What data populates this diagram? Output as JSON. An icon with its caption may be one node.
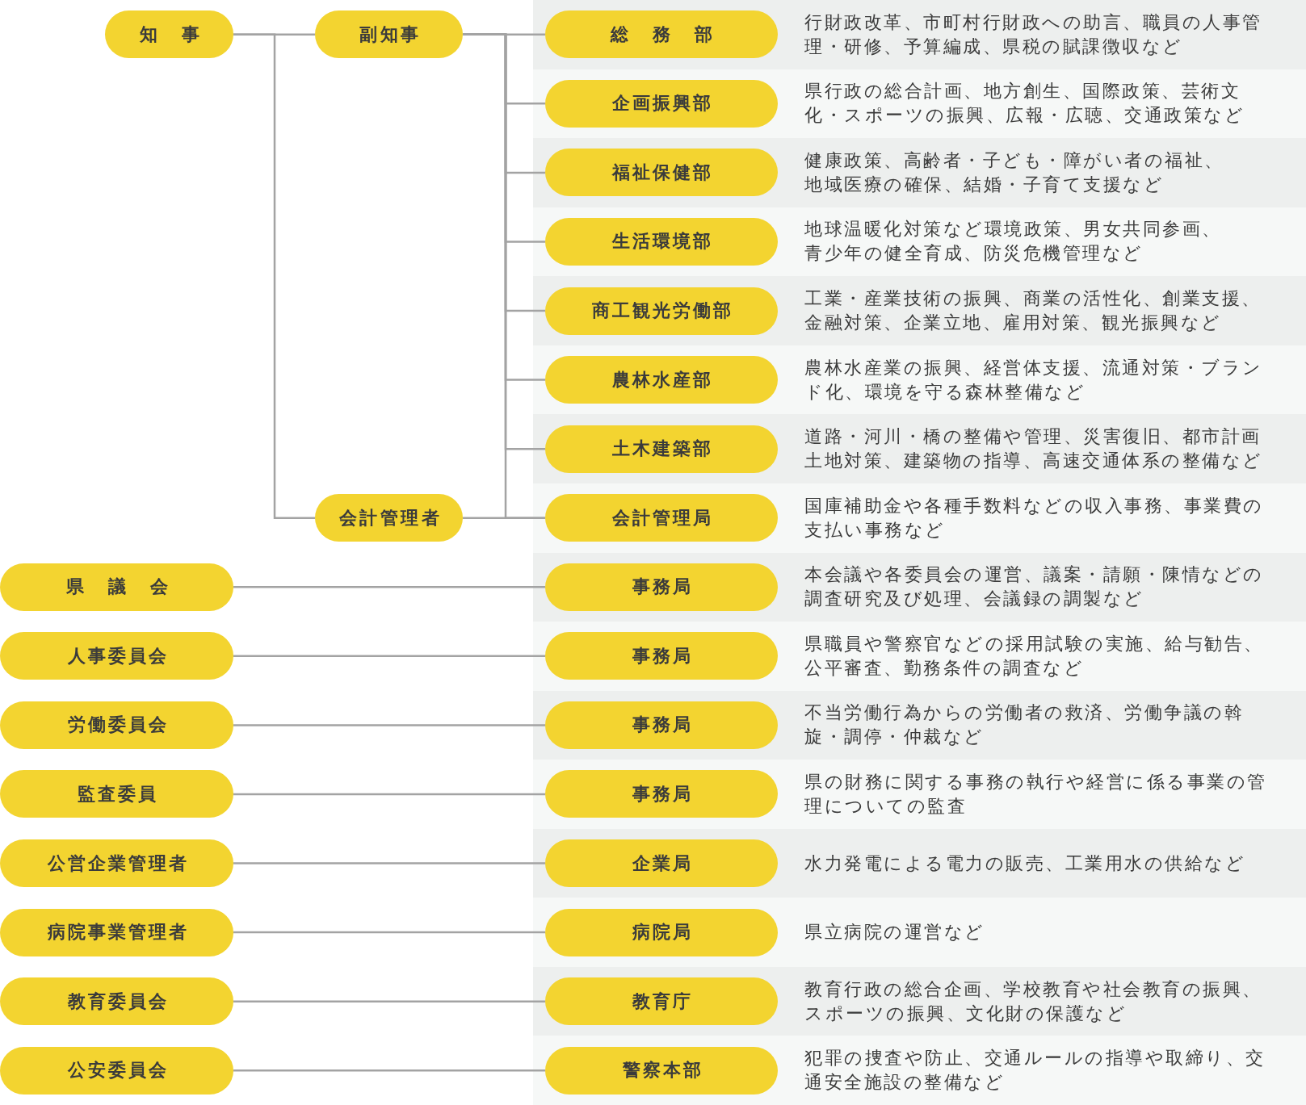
{
  "diagram": {
    "nodes": [
      {
        "text": [
          "知事"
        ]
      },
      {
        "text": [
          "副知事"
        ]
      },
      {
        "text": [
          "総務部"
        ],
        "beside": [
          "行財政改革、市町村行財政への助言、職員の人事管理・研修、予算編成、県税の賦課徴収など"
        ]
      },
      {
        "text": [
          "企画振興部"
        ],
        "beside": [
          "県行政の総合計画、地方創生、国際政策、芸術文化・スポーツの振興、広報・広聴、交通政策など"
        ]
      },
      {
        "text": [
          "福祉保健部"
        ],
        "beside": [
          "健康政策、高齢者・子ども・障がい者の福祉、地域医療の確保、結婚・子育て支援など"
        ]
      },
      {
        "text": [
          "生活環境部"
        ],
        "beside": [
          "地球温暖化対策など環境政策、男女共同参画、青少年の健全育成、防災危機管理など"
        ]
      },
      {
        "text": [
          "商工観光労働部"
        ],
        "beside": [
          "工業・産業技術の振興、商業の活性化、創業支援、金融対策、企業立地、雇用対策、観光振興など"
        ]
      },
      {
        "text": [
          "農林水産部"
        ],
        "beside": [
          "農林水産業の振興、経営体支援、流通対策・ブランド化、環境を守る森林整備など"
        ]
      },
      {
        "text": [
          "土木建築部"
        ],
        "beside": [
          "道路・河川・橋の整備や管理、災害復旧、都市計画土地対策、建築物の指導、高速交通体系の整備など"
        ]
      },
      {
        "text": [
          "会計管理者"
        ]
      },
      {
        "text": [
          "会計管理局"
        ],
        "beside": [
          "国庫補助金や各種手数料などの収入事務、事業費の支払い事務など"
        ]
      },
      {
        "text": [
          "県議会"
        ]
      },
      {
        "text": [
          "事務局"
        ],
        "beside": [
          "本会議や各委員会の運営、議案・請願・陳情などの調査研究及び処理、会議録の調製など"
        ]
      },
      {
        "text": [
          "人事委員会"
        ]
      },
      {
        "text": [
          "事務局"
        ],
        "beside": [
          "県職員や警察官などの採用試験の実施、給与勧告、公平審査、勤務条件の調査など"
        ]
      },
      {
        "text": [
          "労働委員会"
        ]
      },
      {
        "text": [
          "事務局"
        ],
        "beside": [
          "不当労働行為からの労働者の救済、労働争議の斡旋・調停・仲裁など"
        ]
      },
      {
        "text": [
          "監査委員"
        ]
      },
      {
        "text": [
          "事務局"
        ],
        "beside": [
          "県の財務に関する事務の執行や経営に係る事業の管理についての監査"
        ]
      },
      {
        "text": [
          "公営企業管理者"
        ]
      },
      {
        "text": [
          "企業局"
        ],
        "beside": [
          "水力発電による電力の販売、工業用水の供給など"
        ]
      },
      {
        "text": [
          "病院事業管理者"
        ]
      },
      {
        "text": [
          "病院局"
        ],
        "beside": [
          "県立病院の運営など"
        ]
      },
      {
        "text": [
          "教育委員会"
        ]
      },
      {
        "text": [
          "教育庁"
        ],
        "beside": [
          "教育行政の総合企画、学校教育や社会教育の振興、スポーツの振興、文化財の保護など"
        ]
      },
      {
        "text": [
          "公安委員会"
        ]
      },
      {
        "text": [
          "警察本部"
        ],
        "beside": [
          "犯罪の捜査や防止、交通ルールの指導や取締り、交通安全施設の整備など"
        ]
      }
    ],
    "edges": [
      {
        "from": 0,
        "to": 1,
        "arrow": "none"
      },
      {
        "from": 0,
        "to": 9,
        "arrow": "none"
      },
      {
        "from": 1,
        "to": 2,
        "arrow": "none"
      },
      {
        "from": 1,
        "to": 3,
        "arrow": "none"
      },
      {
        "from": 1,
        "to": 4,
        "arrow": "none"
      },
      {
        "from": 1,
        "to": 5,
        "arrow": "none"
      },
      {
        "from": 1,
        "to": 6,
        "arrow": "none"
      },
      {
        "from": 1,
        "to": 7,
        "arrow": "none"
      },
      {
        "from": 1,
        "to": 8,
        "arrow": "none"
      },
      {
        "from": 1,
        "to": 10,
        "arrow": "none"
      },
      {
        "from": 9,
        "to": 10,
        "arrow": "none"
      },
      {
        "from": 11,
        "to": 12,
        "arrow": "none"
      },
      {
        "from": 13,
        "to": 14,
        "arrow": "none"
      },
      {
        "from": 15,
        "to": 16,
        "arrow": "none"
      },
      {
        "from": 17,
        "to": 18,
        "arrow": "none"
      },
      {
        "from": 19,
        "to": 20,
        "arrow": "none"
      },
      {
        "from": 21,
        "to": 22,
        "arrow": "none"
      },
      {
        "from": 23,
        "to": 24,
        "arrow": "none"
      },
      {
        "from": 25,
        "to": 26,
        "arrow": "none"
      }
    ]
  }
}
